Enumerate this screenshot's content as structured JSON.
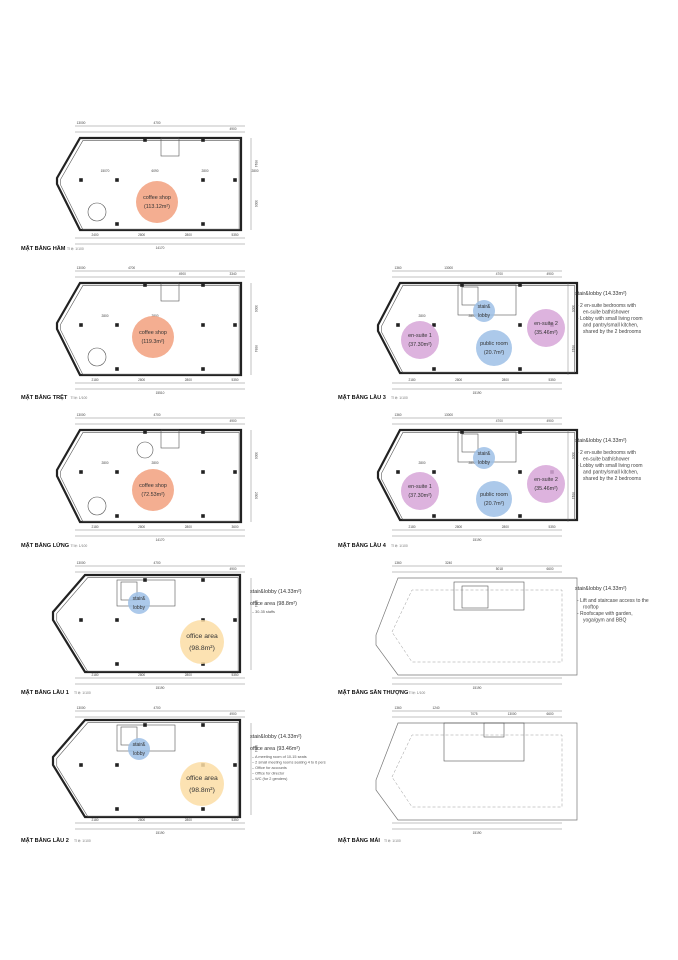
{
  "colors": {
    "coffee": "#f2a07e",
    "lobby": "#9dbfe6",
    "ensuite": "#d7a6d8",
    "public": "#9dbfe6",
    "office": "#fbdda4"
  },
  "plans": [
    {
      "id": "basement",
      "title": "MẶT BẰNG HẦM",
      "scale": "Tỉ lệ: 1/100",
      "top_dims": [
        "13000",
        "4700",
        "4900"
      ],
      "mid_dims": [
        "15070",
        "6090",
        "2800",
        "2800"
      ],
      "bottom_dims": [
        "2400",
        "2800",
        "2800",
        "5350",
        "14170"
      ],
      "side_dims": [
        "9914",
        "3000"
      ],
      "bubbles": [
        {
          "label": "coffee shop",
          "area": "(113.12m²)",
          "color_key": "coffee"
        }
      ],
      "notes": null
    },
    {
      "id": "ground",
      "title": "MẶT BẰNG TRỆT",
      "scale": "Tỉ lệ: 1/100",
      "top_dims": [
        "13000",
        "4700",
        "4900",
        "3340"
      ],
      "mid_dims": [
        "2800",
        "2800"
      ],
      "bottom_dims": [
        "2180",
        "2800",
        "2800",
        "5350",
        "15510"
      ],
      "side_dims": [
        "3000",
        "9934"
      ],
      "bubbles": [
        {
          "label": "coffee shop",
          "area": "(119.3m²)",
          "color_key": "coffee"
        }
      ],
      "notes": null
    },
    {
      "id": "mezzanine",
      "title": "MẶT BẰNG LỬNG",
      "scale": "Tỉ lệ: 1/100",
      "top_dims": [
        "13000",
        "4700",
        "4900"
      ],
      "mid_dims": [
        "2800",
        "2800"
      ],
      "bottom_dims": [
        "2180",
        "2800",
        "2800",
        "3600",
        "14170"
      ],
      "side_dims": [
        "3000",
        "2300"
      ],
      "bubbles": [
        {
          "label": "coffee shop",
          "area": "(72.53m²)",
          "color_key": "coffee"
        }
      ],
      "notes": null
    },
    {
      "id": "floor1",
      "title": "MẶT BẰNG LẦU 1",
      "scale": "Tỉ lệ: 1/100",
      "top_dims": [
        "13000",
        "4700",
        "4900"
      ],
      "mid_dims": [],
      "bottom_dims": [
        "2180",
        "2800",
        "2800",
        "5350",
        "15190"
      ],
      "side_dims": [
        "9914"
      ],
      "bubbles": [
        {
          "label": "stair&",
          "area": "lobby",
          "color_key": "lobby"
        },
        {
          "label": "office area",
          "area": "(98.8m²)",
          "color_key": "office"
        }
      ],
      "notes": {
        "head": "stair&lobby (14.33m²)",
        "sub": "office area (98.8m²)",
        "items": [
          "30-35 staffs"
        ]
      }
    },
    {
      "id": "floor2",
      "title": "MẶT BẰNG LẦU 2",
      "scale": "Tỉ lệ: 1/100",
      "top_dims": [
        "13000",
        "4700",
        "4900"
      ],
      "mid_dims": [],
      "bottom_dims": [
        "2180",
        "2800",
        "2800",
        "5350",
        "15190"
      ],
      "side_dims": [
        "9914"
      ],
      "bubbles": [
        {
          "label": "stair&",
          "area": "lobby",
          "color_key": "lobby"
        },
        {
          "label": "office area",
          "area": "(98.8m²)",
          "color_key": "office"
        }
      ],
      "notes": {
        "head": "stair&lobby (14.33m²)",
        "sub": "office area (93.46m²)",
        "items": [
          "A meeting room of 10-15 seats",
          "2 small meeting rooms seating 4 to 6 pers",
          "Office for accounts",
          "Office for director",
          "WC (for 2 genders)"
        ]
      }
    },
    {
      "id": "floor3",
      "title": "MẶT BẰNG LẦU 3",
      "scale": "Tỉ lệ: 1/100",
      "top_dims": [
        "1360",
        "13000",
        "4700",
        "4900"
      ],
      "mid_dims": [
        "2800",
        "2800"
      ],
      "bottom_dims": [
        "2180",
        "2800",
        "2800",
        "5350",
        "15190"
      ],
      "side_dims": [
        "3000",
        "9914"
      ],
      "bubbles": [
        {
          "label": "stair&",
          "area": "lobby",
          "color_key": "lobby"
        },
        {
          "label": "en-suite 1",
          "area": "(37.30m²)",
          "color_key": "ensuite"
        },
        {
          "label": "en-suite 2",
          "area": "(35.46m²)",
          "color_key": "ensuite"
        },
        {
          "label": "public room",
          "area": "(20.7m²)",
          "color_key": "public"
        }
      ],
      "notes": {
        "head": "stair&lobby (14.33m²)",
        "items": [
          "- 2 en-suite bedrooms with",
          "en-suite bath/shower",
          "- Lobby with small living room",
          "and pantry/small kitchen,",
          "shared by the 2 bedrooms"
        ]
      }
    },
    {
      "id": "floor4",
      "title": "MẶT BẰNG LẦU 4",
      "scale": "Tỉ lệ: 1/100",
      "top_dims": [
        "1360",
        "13000",
        "4700",
        "4900"
      ],
      "mid_dims": [
        "2800",
        "2800"
      ],
      "bottom_dims": [
        "2180",
        "2800",
        "2800",
        "5350",
        "15190"
      ],
      "side_dims": [
        "3000",
        "9914"
      ],
      "bubbles": [
        {
          "label": "stair&",
          "area": "lobby",
          "color_key": "lobby"
        },
        {
          "label": "en-suite 1",
          "area": "(37.30m²)",
          "color_key": "ensuite"
        },
        {
          "label": "en-suite 2",
          "area": "(35.46m²)",
          "color_key": "ensuite"
        },
        {
          "label": "public room",
          "area": "(20.7m²)",
          "color_key": "public"
        }
      ],
      "notes": {
        "head": "stair&lobby (14.33m²)",
        "items": [
          "- 2 en-suite bedrooms with",
          "en-suite bath/shower",
          "- Lobby with small living room",
          "and pantry/small kitchen,",
          "shared by the 2 bedrooms"
        ]
      }
    },
    {
      "id": "rooftop",
      "title": "MẶT BẰNG SÂN THƯỢNG",
      "scale": "Tỉ lệ: 1/100",
      "top_dims": [
        "1360",
        "3240",
        "5018",
        "6600"
      ],
      "mid_dims": [],
      "bottom_dims": [
        "15190"
      ],
      "side_dims": [],
      "bubbles": [],
      "notes": {
        "head": "stair&lobby (14.33m²)",
        "items": [
          "- Lift and staircase access to the",
          "rooftop",
          "- Roofscape with garden,",
          "yoga/gym and BBQ"
        ]
      }
    },
    {
      "id": "roof",
      "title": "MẶT BẰNG MÁI",
      "scale": "Tỉ lệ: 1/100",
      "top_dims": [
        "1360",
        "1240",
        "7075",
        "13000",
        "6600"
      ],
      "mid_dims": [],
      "bottom_dims": [
        "15190"
      ],
      "side_dims": [],
      "bubbles": [],
      "notes": null
    }
  ]
}
